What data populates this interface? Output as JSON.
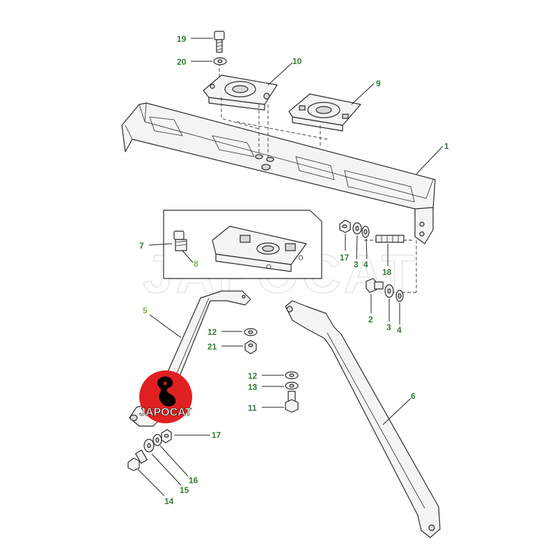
{
  "diagram": {
    "watermark": "JAPOCAT",
    "logo_text": "JAPOCAT",
    "colors": {
      "callout": "#2e7d32",
      "callout_light": "#7cb342",
      "logo_red": "#e02020"
    },
    "callouts": {
      "c1": "1",
      "c2": "2",
      "c3a": "3",
      "c3b": "3",
      "c4a": "4",
      "c4b": "4",
      "c5": "5",
      "c6": "6",
      "c7": "7",
      "c8": "8",
      "c9": "9",
      "c10": "10",
      "c11": "11",
      "c12a": "12",
      "c12b": "12",
      "c13": "13",
      "c14": "14",
      "c15": "15",
      "c16": "16",
      "c17a": "17",
      "c17b": "17",
      "c18": "18",
      "c19": "19",
      "c20": "20",
      "c21": "21"
    }
  }
}
